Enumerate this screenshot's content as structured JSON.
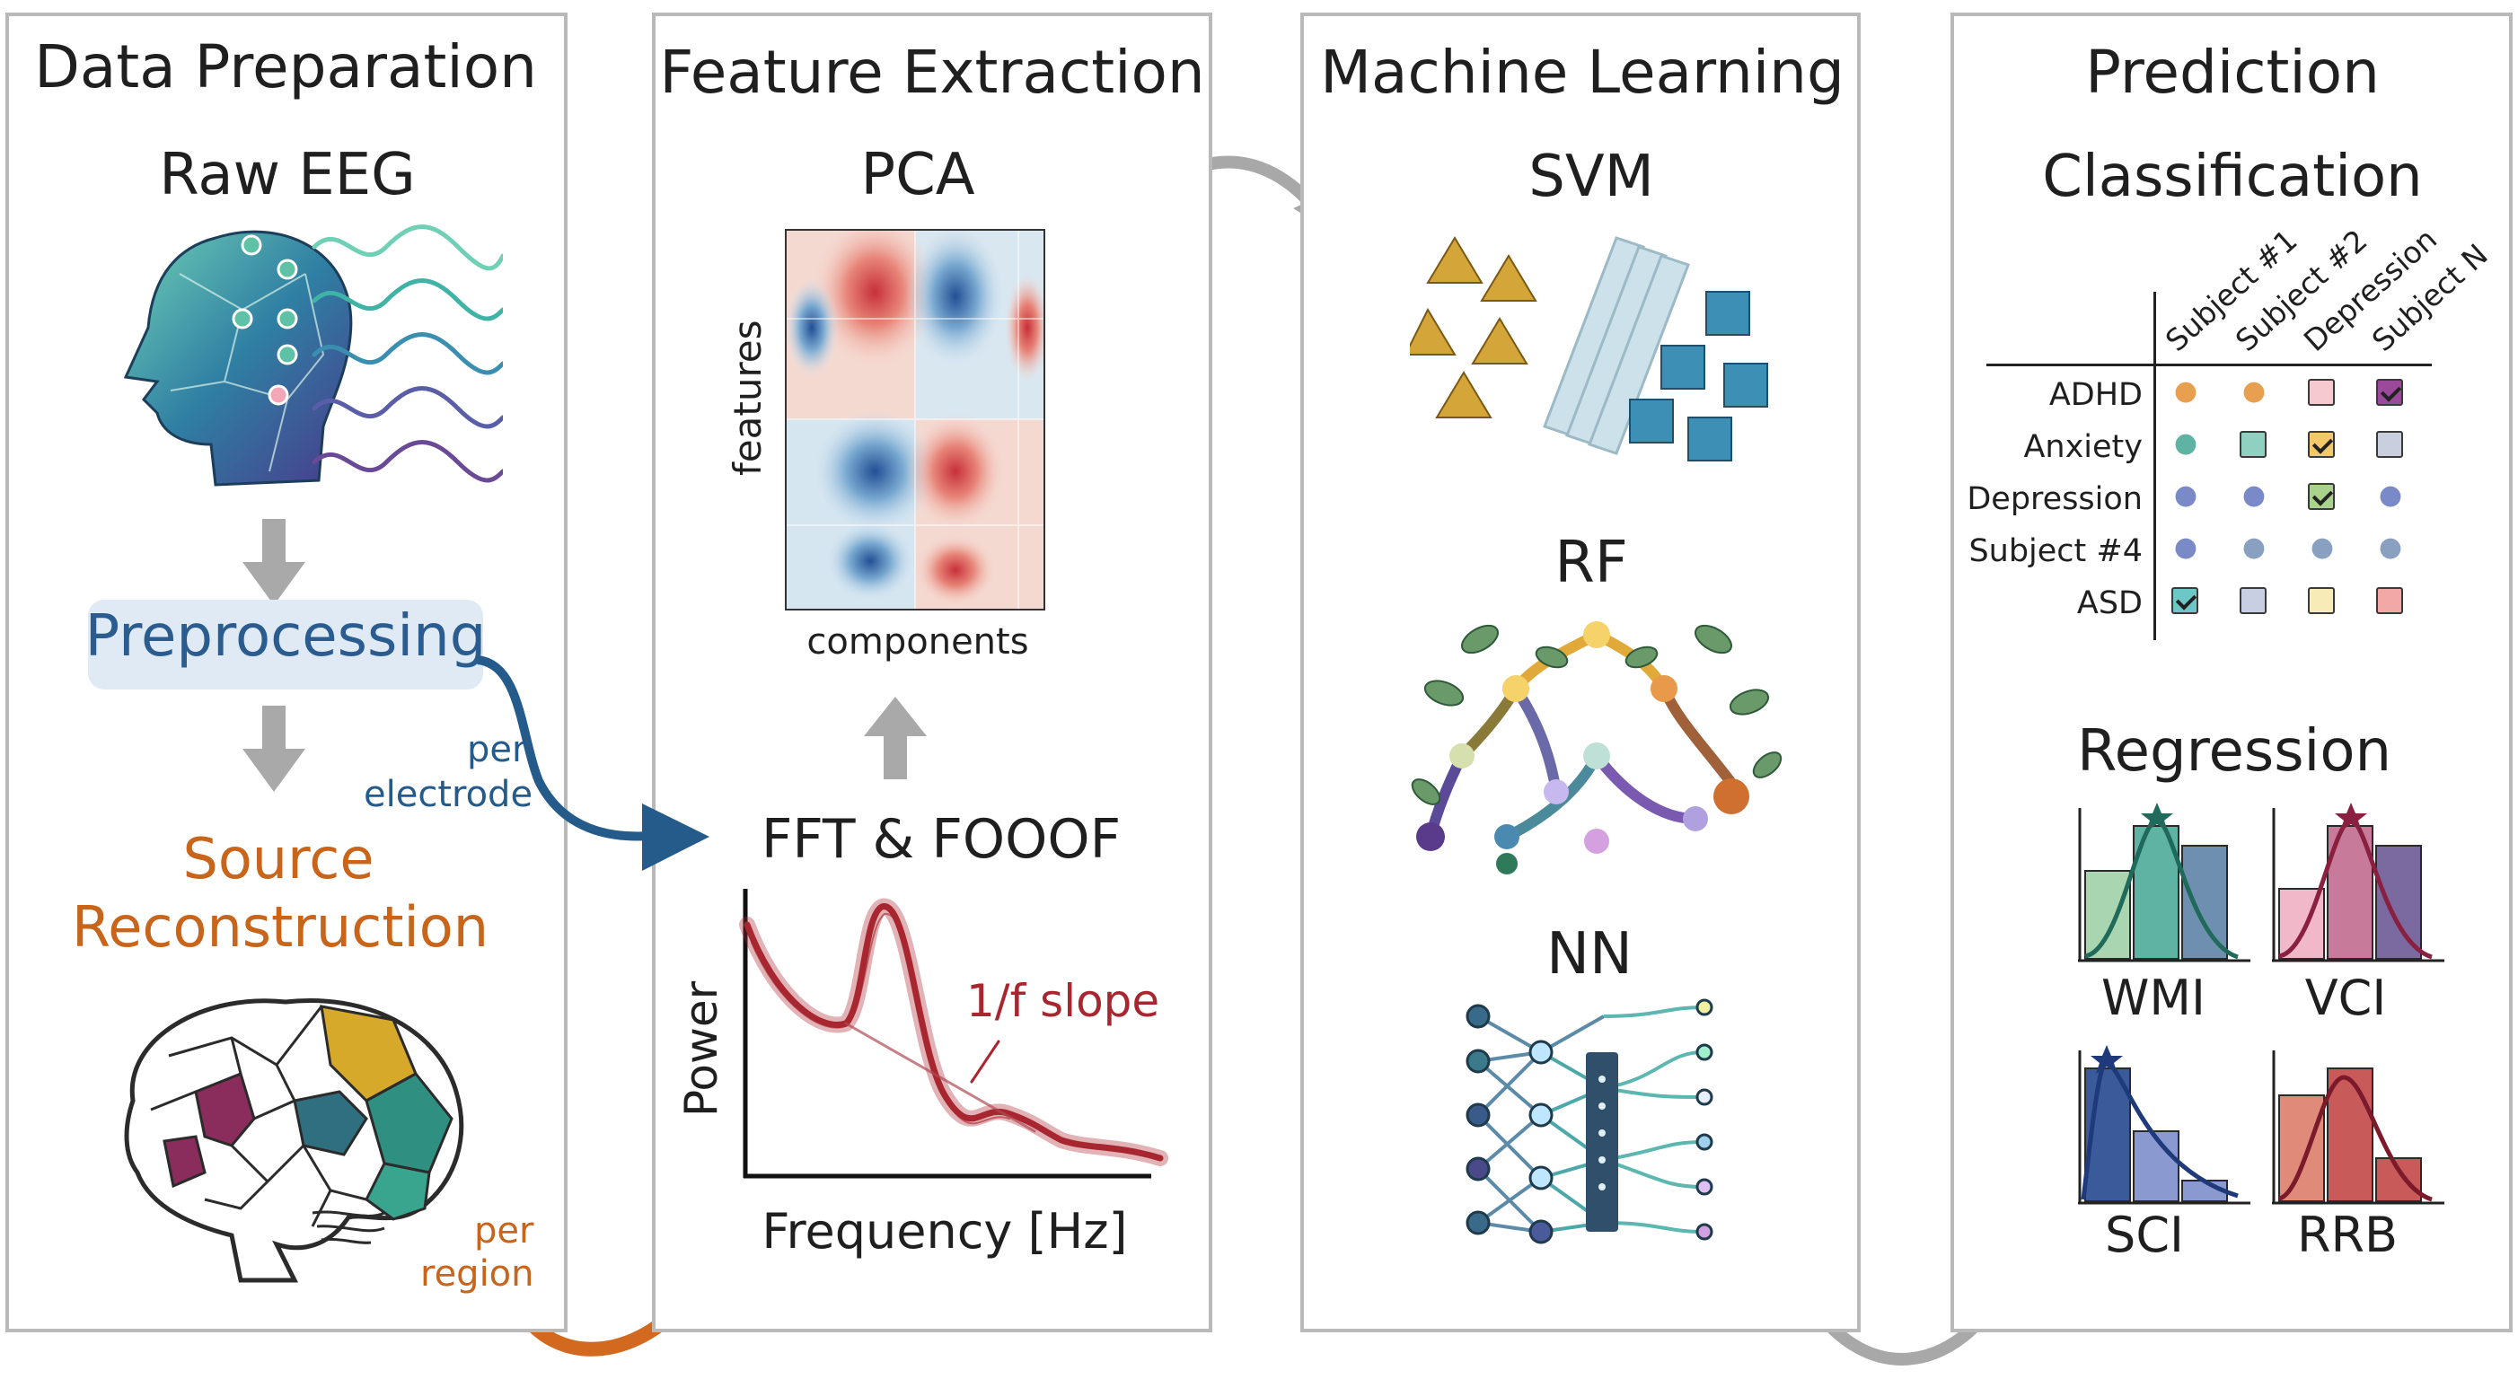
{
  "panels": {
    "data_prep": {
      "title": "Data Preparation",
      "raw": "Raw EEG",
      "preprocessing": "Preprocessing",
      "source": "Source",
      "reconstruction": "Reconstruction",
      "per_electrode_1": "per",
      "per_electrode_2": "electrode",
      "per_region_1": "per",
      "per_region_2": "region"
    },
    "feature": {
      "title": "Feature Extraction",
      "pca": "PCA",
      "features_axis": "features",
      "components_axis": "components",
      "fft": "FFT & FOOOF",
      "power_axis": "Power",
      "freq_axis": "Frequency [Hz]",
      "slope_label": "1/f slope"
    },
    "ml": {
      "title": "Machine Learning",
      "svm": "SVM",
      "rf": "RF",
      "nn": "NN"
    },
    "prediction": {
      "title": "Prediction",
      "classification": "Classification",
      "regression": "Regression",
      "columns": [
        "Subject #1",
        "Subject #2",
        "Depression",
        "Subject N"
      ],
      "rows": [
        "ADHD",
        "Anxiety",
        "Depression",
        "Subject #4",
        "ASD"
      ],
      "regression_labels": [
        "WMI",
        "VCI",
        "SCI",
        "RRB"
      ]
    }
  },
  "colors": {
    "panel_border": "#b9b9b9",
    "blue_arrow": "#245b8a",
    "orange_arrow": "#d2691e",
    "gray_arrow": "#a8a8a8",
    "source_text": "#c8651b",
    "preproc_bg": "#dfeaf5",
    "preproc_text": "#2b5c8f",
    "fft_curve": "#a8262f",
    "pca_red": "#c7303a",
    "pca_blue": "#234f94"
  },
  "classification_grid": {
    "cells": [
      [
        "icon:figure",
        "icon:figure",
        "box:#f5c9cf",
        "check:#9b4a9b"
      ],
      [
        "icon:person",
        "box:#8fd0c0",
        "check:#f2c86a",
        "box:#c9cfdf"
      ],
      [
        "icon:brain",
        "icon:brain",
        "check:#a9d38c",
        "icon:brain"
      ],
      [
        "icon:brain",
        "icon:head",
        "icon:head",
        "icon:head"
      ],
      [
        "check:#6cc7c7",
        "box:#c9cfe3",
        "box:#f7ecb8",
        "box:#f3a8a8"
      ]
    ]
  }
}
